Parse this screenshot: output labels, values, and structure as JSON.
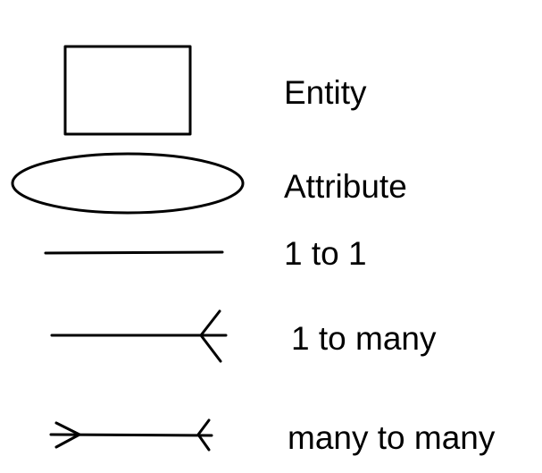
{
  "legend": {
    "items": [
      {
        "symbol": "entity-rectangle",
        "label": "Entity"
      },
      {
        "symbol": "attribute-ellipse",
        "label": "Attribute"
      },
      {
        "symbol": "one-to-one-line",
        "label": "1 to 1"
      },
      {
        "symbol": "one-to-many-line",
        "label": "1 to many"
      },
      {
        "symbol": "many-to-many-line",
        "label": "many to many"
      }
    ]
  },
  "colors": {
    "stroke": "#000000",
    "background": "#ffffff",
    "text": "#000000"
  }
}
